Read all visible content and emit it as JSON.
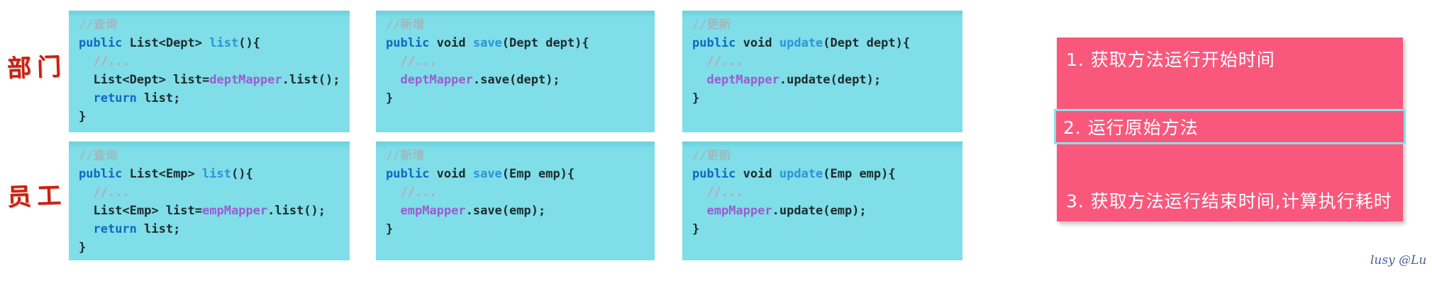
{
  "labels": {
    "row1": "部门",
    "row2": "员工"
  },
  "colors": {
    "code_block_bg": "#7fdee8",
    "steps_panel_bg": "#f9587c",
    "highlight_border": "#85e2e9",
    "row_label_red": "#c9200f",
    "keyword_blue": "#1168c0",
    "method_blue": "#2c94d8",
    "mapper_purple": "#9e5ad1",
    "comment_gray": "#9fb9bf",
    "comment_pink": "#c29fb6"
  },
  "code_blocks": [
    {
      "name": "dept-query",
      "lines": [
        [
          {
            "t": "//查询",
            "c": "cmt"
          }
        ],
        [
          {
            "t": "public ",
            "c": "kw"
          },
          {
            "t": "List<Dept> ",
            "c": "p"
          },
          {
            "t": "list",
            "c": "m"
          },
          {
            "t": "(){",
            "c": "p"
          }
        ],
        [
          {
            "t": "  //...",
            "c": "cmtp"
          }
        ],
        [
          {
            "t": "  List<Dept> list=",
            "c": "p"
          },
          {
            "t": "deptMapper",
            "c": "f"
          },
          {
            "t": ".list();",
            "c": "p"
          }
        ],
        [
          {
            "t": "  ",
            "c": "p"
          },
          {
            "t": "return",
            "c": "kw"
          },
          {
            "t": " list;",
            "c": "p"
          }
        ],
        [
          {
            "t": "}",
            "c": "p"
          }
        ]
      ]
    },
    {
      "name": "dept-save",
      "lines": [
        [
          {
            "t": "//新增",
            "c": "cmt"
          }
        ],
        [
          {
            "t": "public ",
            "c": "kw"
          },
          {
            "t": "void ",
            "c": "p"
          },
          {
            "t": "save",
            "c": "m"
          },
          {
            "t": "(Dept dept){",
            "c": "p"
          }
        ],
        [
          {
            "t": "  //...",
            "c": "cmtp"
          }
        ],
        [
          {
            "t": "  ",
            "c": "p"
          },
          {
            "t": "deptMapper",
            "c": "f"
          },
          {
            "t": ".save(dept);",
            "c": "p"
          }
        ],
        [
          {
            "t": "}",
            "c": "p"
          }
        ]
      ]
    },
    {
      "name": "dept-update",
      "lines": [
        [
          {
            "t": "//更新",
            "c": "cmt"
          }
        ],
        [
          {
            "t": "public ",
            "c": "kw"
          },
          {
            "t": "void ",
            "c": "p"
          },
          {
            "t": "update",
            "c": "m"
          },
          {
            "t": "(Dept dept){",
            "c": "p"
          }
        ],
        [
          {
            "t": "  //...",
            "c": "cmtp"
          }
        ],
        [
          {
            "t": "  ",
            "c": "p"
          },
          {
            "t": "deptMapper",
            "c": "f"
          },
          {
            "t": ".update(dept);",
            "c": "p"
          }
        ],
        [
          {
            "t": "}",
            "c": "p"
          }
        ]
      ]
    },
    {
      "name": "emp-query",
      "lines": [
        [
          {
            "t": "//查询",
            "c": "cmt"
          }
        ],
        [
          {
            "t": "public ",
            "c": "kw"
          },
          {
            "t": "List<Emp> ",
            "c": "p"
          },
          {
            "t": "list",
            "c": "m"
          },
          {
            "t": "(){",
            "c": "p"
          }
        ],
        [
          {
            "t": "  //...",
            "c": "cmtp"
          }
        ],
        [
          {
            "t": "  List<Emp> list=",
            "c": "p"
          },
          {
            "t": "empMapper",
            "c": "f"
          },
          {
            "t": ".list();",
            "c": "p"
          }
        ],
        [
          {
            "t": "  ",
            "c": "p"
          },
          {
            "t": "return",
            "c": "kw"
          },
          {
            "t": " list;",
            "c": "p"
          }
        ],
        [
          {
            "t": "}",
            "c": "p"
          }
        ]
      ]
    },
    {
      "name": "emp-save",
      "lines": [
        [
          {
            "t": "//新增",
            "c": "cmt"
          }
        ],
        [
          {
            "t": "public ",
            "c": "kw"
          },
          {
            "t": "void ",
            "c": "p"
          },
          {
            "t": "save",
            "c": "m"
          },
          {
            "t": "(Emp emp){",
            "c": "p"
          }
        ],
        [
          {
            "t": "  //...",
            "c": "cmtp"
          }
        ],
        [
          {
            "t": "  ",
            "c": "p"
          },
          {
            "t": "empMapper",
            "c": "f"
          },
          {
            "t": ".save(emp);",
            "c": "p"
          }
        ],
        [
          {
            "t": "}",
            "c": "p"
          }
        ]
      ]
    },
    {
      "name": "emp-update",
      "lines": [
        [
          {
            "t": "//更新",
            "c": "cmt"
          }
        ],
        [
          {
            "t": "public ",
            "c": "kw"
          },
          {
            "t": "void ",
            "c": "p"
          },
          {
            "t": "update",
            "c": "m"
          },
          {
            "t": "(Emp emp){",
            "c": "p"
          }
        ],
        [
          {
            "t": "  //...",
            "c": "cmtp"
          }
        ],
        [
          {
            "t": "  ",
            "c": "p"
          },
          {
            "t": "empMapper",
            "c": "f"
          },
          {
            "t": ".update(emp);",
            "c": "p"
          }
        ],
        [
          {
            "t": "}",
            "c": "p"
          }
        ]
      ]
    }
  ],
  "steps": {
    "items": [
      {
        "text": "1. 获取方法运行开始时间",
        "highlighted": false
      },
      {
        "text": "2. 运行原始方法",
        "highlighted": true
      },
      {
        "text": "3. 获取方法运行结束时间,计算执行耗时",
        "highlighted": false
      }
    ]
  },
  "watermark": "lusy @Lu"
}
